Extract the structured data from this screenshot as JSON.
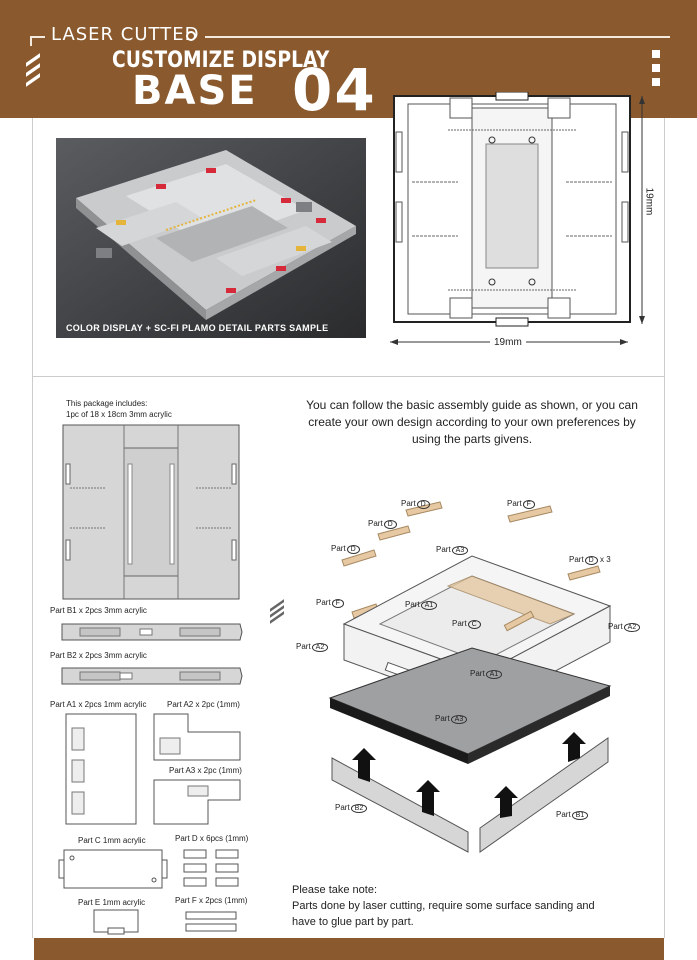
{
  "header": {
    "laser": "LASER CUTTED",
    "customize": "CUSTOMIZE DISPLAY",
    "base": "BASE",
    "num": "04"
  },
  "photo": {
    "caption": "COLOR DISPLAY + SC-FI PLAMO DETAIL PARTS SAMPLE"
  },
  "dimensions": {
    "width": "19mm",
    "height": "19mm"
  },
  "package": {
    "title_line1": "This package includes:",
    "title_line2": "1pc of 18 x 18cm 3mm acrylic"
  },
  "parts": {
    "b1": "Part B1 x 2pcs 3mm acrylic",
    "b2": "Part B2 x 2pcs 3mm acrylic",
    "a1": "Part A1 x 2pcs 1mm acrylic",
    "a2": "Part A2 x 2pc (1mm)",
    "a3": "Part A3 x 2pc (1mm)",
    "c": "Part C  1mm acrylic",
    "d": "Part D x 6pcs (1mm)",
    "e": "Part E  1mm acrylic",
    "f": "Part F x 2pcs (1mm)"
  },
  "assembly": {
    "text": "You can follow the basic assembly guide as shown, or you can create your own design according to your own preferences by using the parts givens."
  },
  "iso_labels": {
    "part": "Part",
    "d": "D",
    "f": "F",
    "a1": "A1",
    "a2": "A2",
    "a3": "A3",
    "c": "C",
    "b1": "B1",
    "b2": "B2",
    "x3": "x 3"
  },
  "note": {
    "title": "Please take note:",
    "body": "Parts done by laser cutting, require some surface sanding and have to glue part by part."
  },
  "colors": {
    "brand_brown": "#8a5a2e",
    "part_tan": "#e6c9a3"
  }
}
